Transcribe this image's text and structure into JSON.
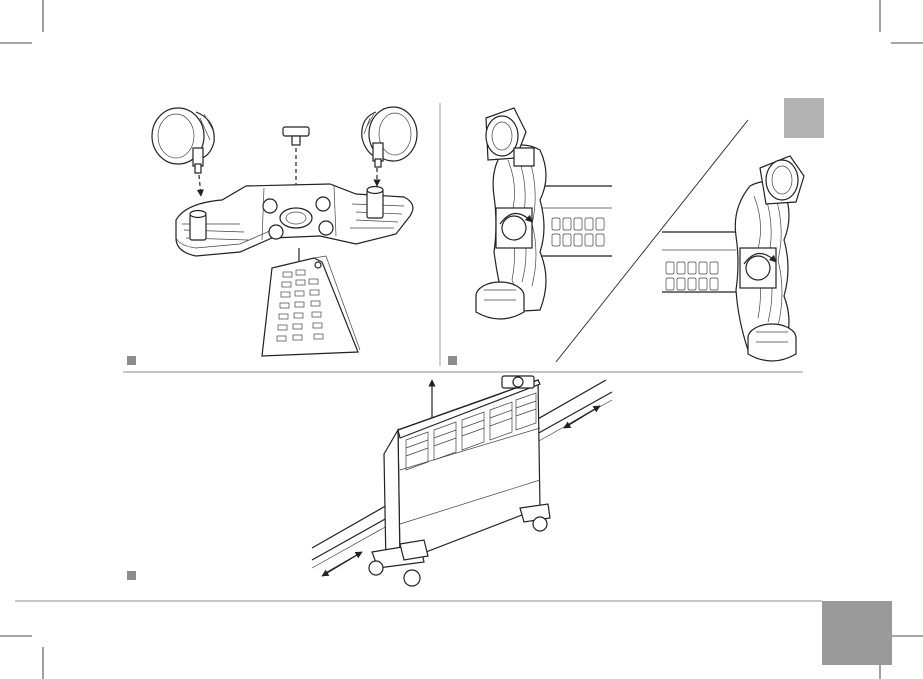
{
  "colors": {
    "page_tab": "#9a9a9a",
    "section_tab": "#b3b3b3",
    "step_marker": "#8c8c8c",
    "line_art": "#222222",
    "divider": "#888888"
  },
  "figures": [
    {
      "name": "caster-assembly"
    },
    {
      "name": "foot-clip-mounting"
    },
    {
      "name": "heater-clearance"
    }
  ]
}
